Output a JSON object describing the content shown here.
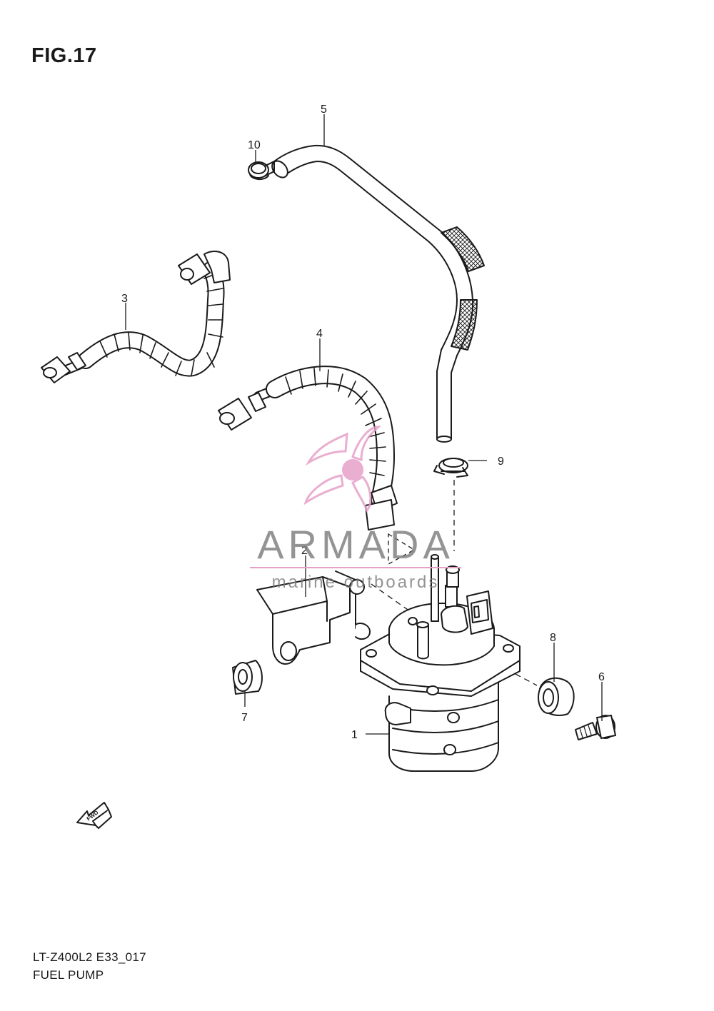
{
  "figure": {
    "title": "FIG.17"
  },
  "callouts": [
    {
      "id": "1",
      "label": "1"
    },
    {
      "id": "2",
      "label": "2"
    },
    {
      "id": "3",
      "label": "3"
    },
    {
      "id": "4",
      "label": "4"
    },
    {
      "id": "5",
      "label": "5"
    },
    {
      "id": "6",
      "label": "6"
    },
    {
      "id": "7",
      "label": "7"
    },
    {
      "id": "8",
      "label": "8"
    },
    {
      "id": "9",
      "label": "9"
    },
    {
      "id": "10",
      "label": "10"
    }
  ],
  "fwd_arrow": {
    "label": "FWD"
  },
  "watermark": {
    "brand": "ARMADA",
    "tagline": "marine outboards",
    "color": "#e6a0c8"
  },
  "footer": {
    "model_code": "LT-Z400L2 E33_017",
    "section_name": "FUEL PUMP"
  },
  "colors": {
    "line": "#1a1a1a",
    "background": "#ffffff",
    "watermark_text": "#7a7a7a"
  }
}
